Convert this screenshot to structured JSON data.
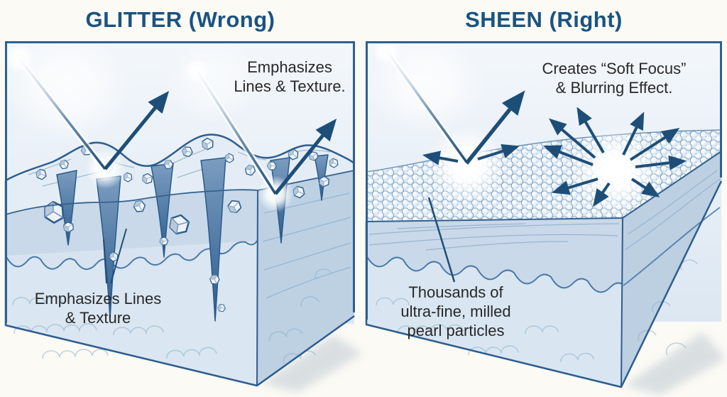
{
  "left_panel": {
    "title": "GLITTER (Wrong)",
    "annotation_top": {
      "line1": "Emphasizes",
      "line2": "Lines & Texture."
    },
    "annotation_bottom": {
      "line1": "Emphasizes Lines",
      "line2": "& Texture"
    }
  },
  "right_panel": {
    "title": "SHEEN (Right)",
    "annotation_top": {
      "line1": "Creates “Soft Focus”",
      "line2": "& Blurring Effect."
    },
    "annotation_bottom": {
      "line1": "Thousands of",
      "line2": "ultra-fine, milled",
      "line3": "pearl particles"
    }
  },
  "colors": {
    "title_blue": "#1a5381",
    "arrow_blue": "#1d4e78",
    "panel_border": "#2e6091",
    "annotation_text": "#282828",
    "skin_light": "#e3ecf5",
    "skin_mid": "#c9d9e9",
    "side_face": "#bdd1e3",
    "crevice_dark": "#2f5f8f",
    "background": "#fbfaf5"
  }
}
